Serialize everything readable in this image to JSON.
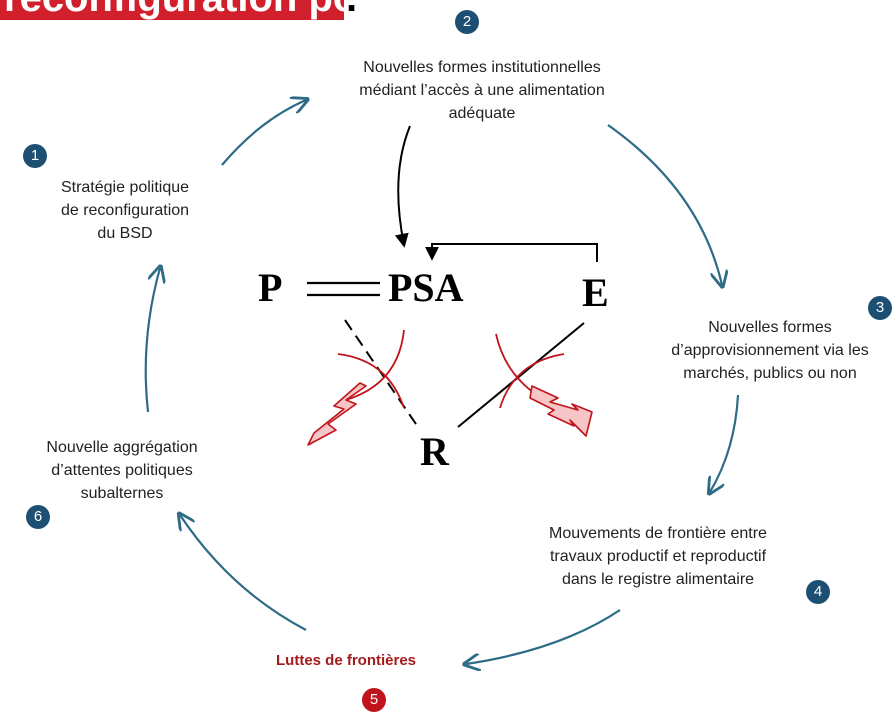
{
  "title": {
    "banner_text": "reconfiguration politique",
    "tail_text": "."
  },
  "steps": [
    {
      "number": "1",
      "lines": [
        "Stratégie politique",
        "de reconfiguration",
        "du BSD"
      ]
    },
    {
      "number": "2",
      "lines": [
        "Nouvelles formes institutionnelles",
        "médiant l’accès à une alimentation",
        "adéquate"
      ]
    },
    {
      "number": "3",
      "lines": [
        "Nouvelles formes",
        "d’approvisionnement via les",
        "marchés, publics ou non"
      ]
    },
    {
      "number": "4",
      "lines": [
        "Mouvements de frontière entre",
        "travaux productif et reproductif",
        "dans le registre alimentaire"
      ]
    },
    {
      "number": "5",
      "lines": [
        "Luttes de frontières"
      ]
    },
    {
      "number": "6",
      "lines": [
        "Nouvelle aggrégation",
        "d’attentes politiques",
        "subalternes"
      ]
    }
  ],
  "nodes": {
    "p": "P",
    "psa": "PSA",
    "e": "E",
    "r": "R"
  },
  "colors": {
    "cycle_arrow": "#2e6b86",
    "badge_blue": "#1d4f73",
    "badge_red": "#c0141c",
    "struggle_text": "#a31c1c",
    "tension": "#c0141c",
    "lightning_fill": "#f7c5c5"
  }
}
